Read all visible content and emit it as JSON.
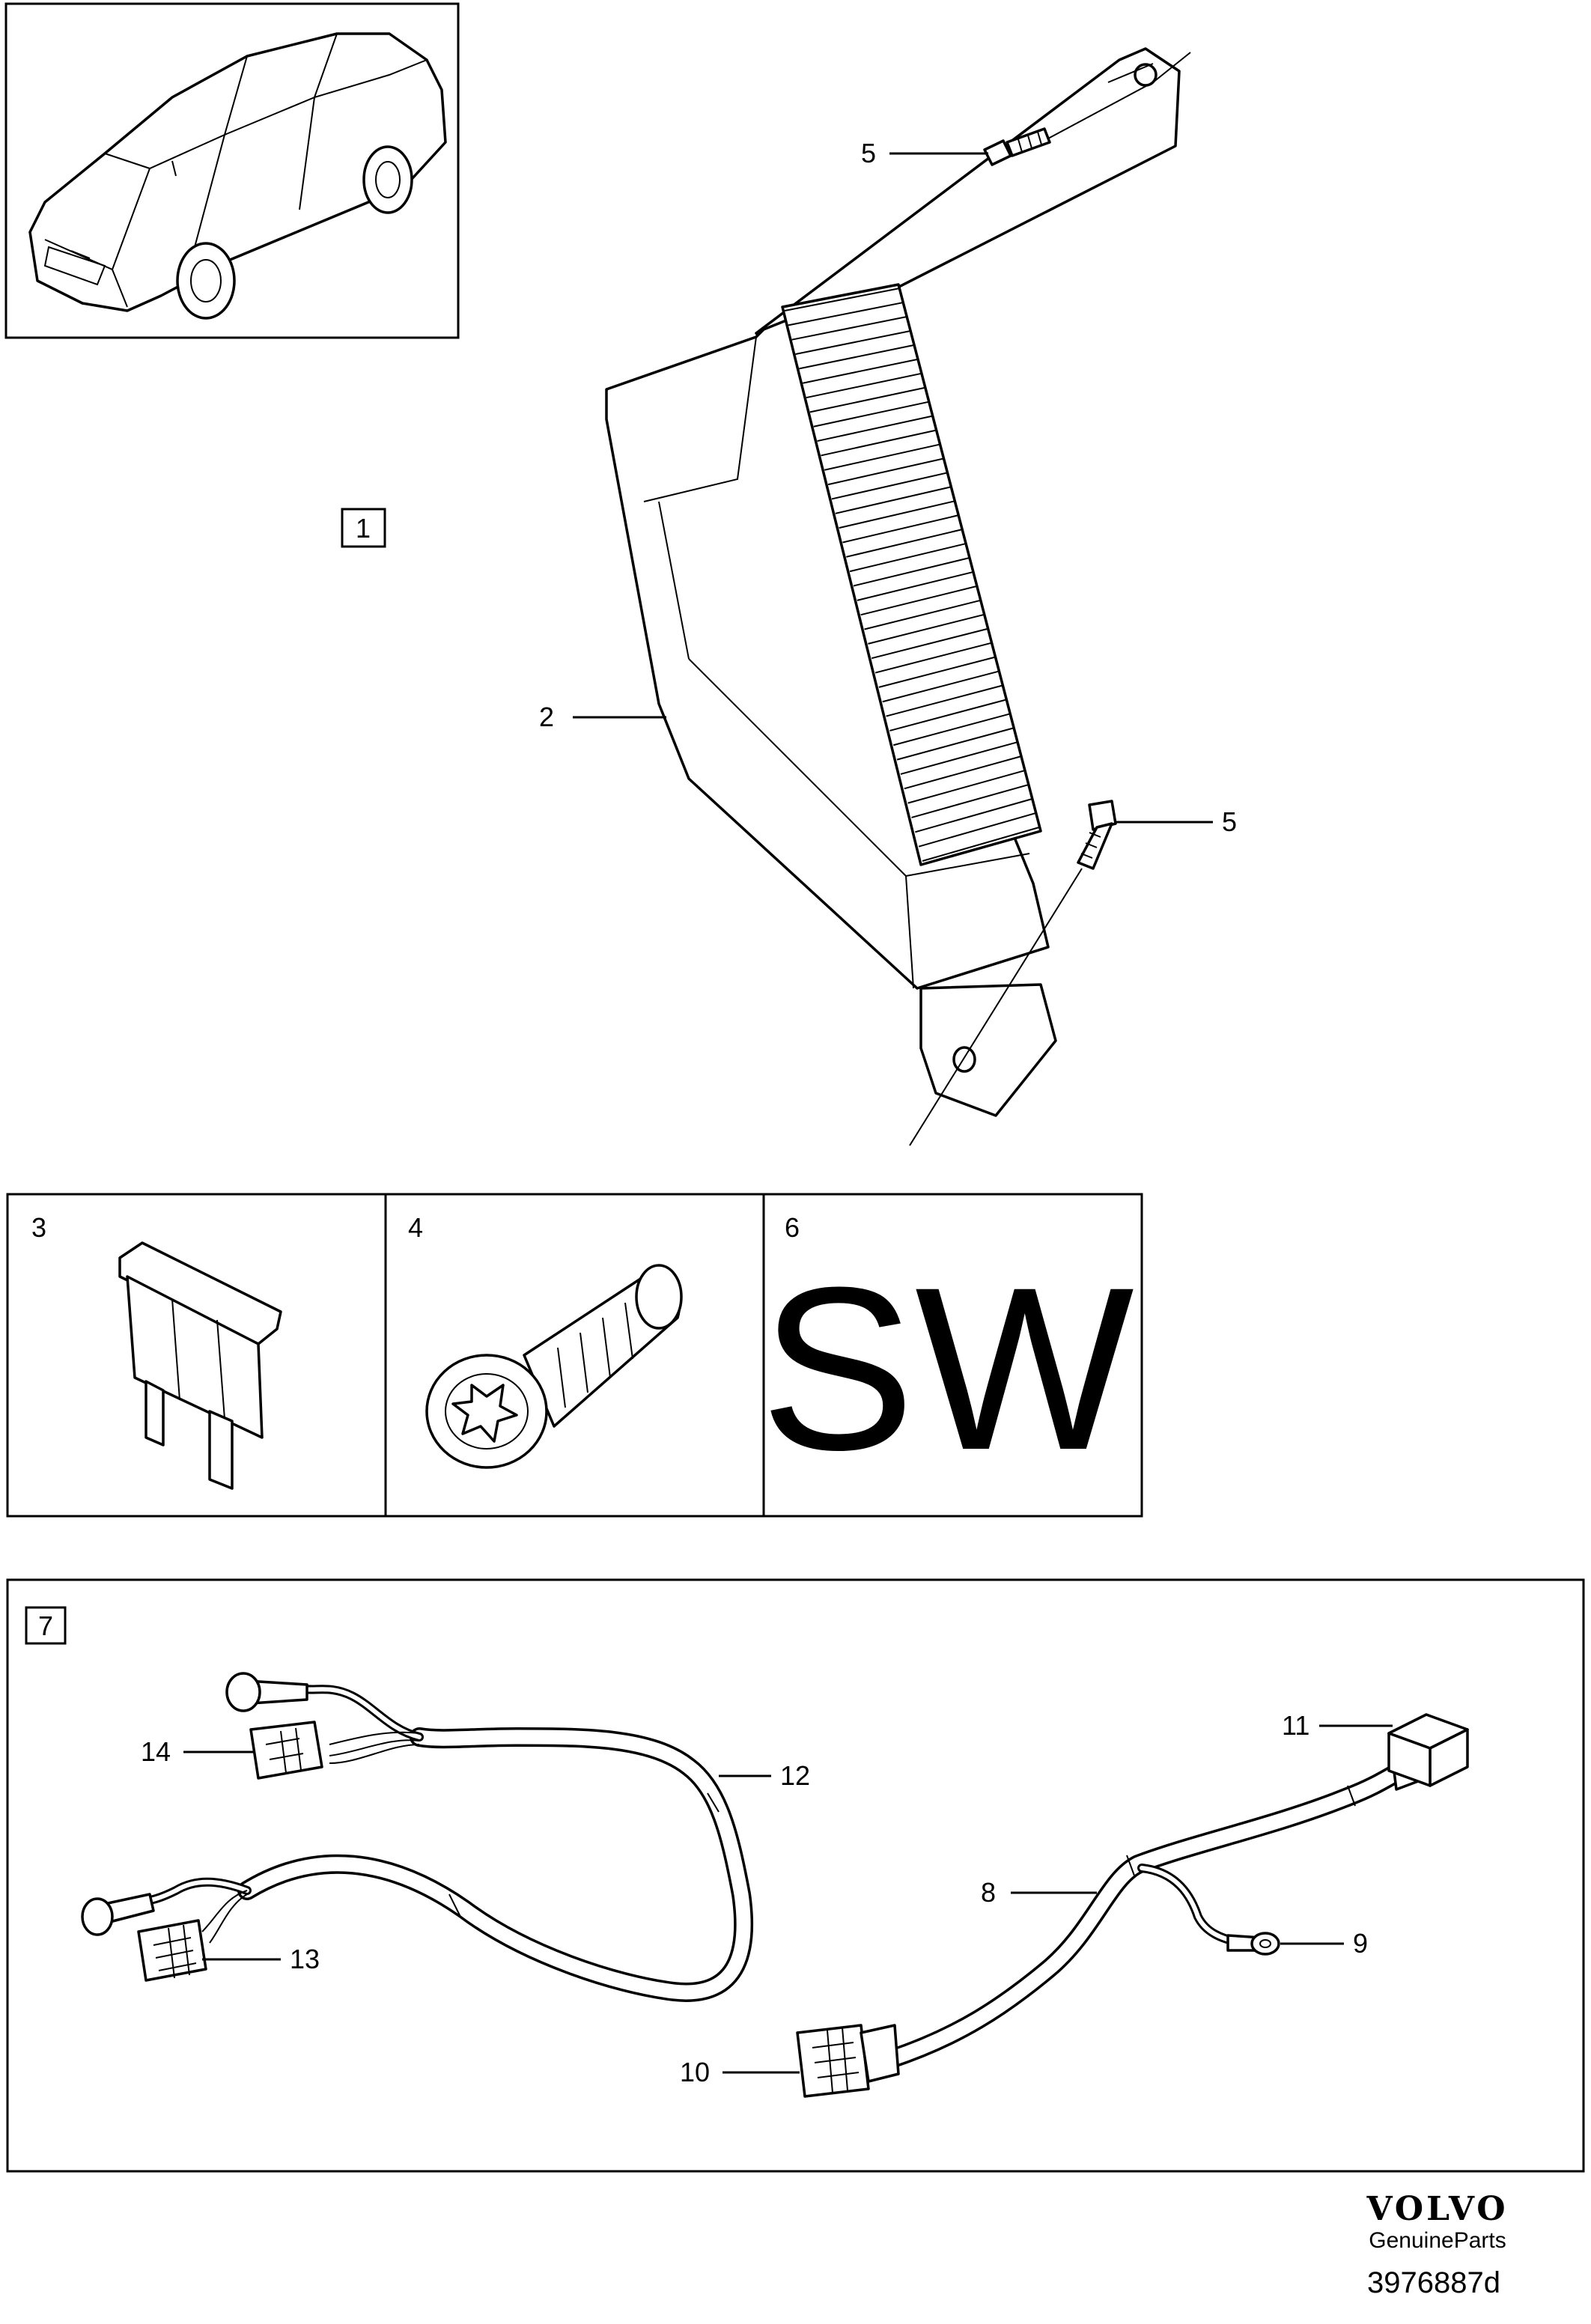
{
  "callouts": {
    "c1": "1",
    "c2": "2",
    "c3": "3",
    "c4": "4",
    "c5a": "5",
    "c5b": "5",
    "c6": "6",
    "c7": "7",
    "c8": "8",
    "c9": "9",
    "c10": "10",
    "c11": "11",
    "c12": "12",
    "c13": "13",
    "c14": "14"
  },
  "panel6_text": "SW",
  "footer": {
    "brand": "VOLVO",
    "tagline": "GenuineParts",
    "reference": "3976887d"
  }
}
